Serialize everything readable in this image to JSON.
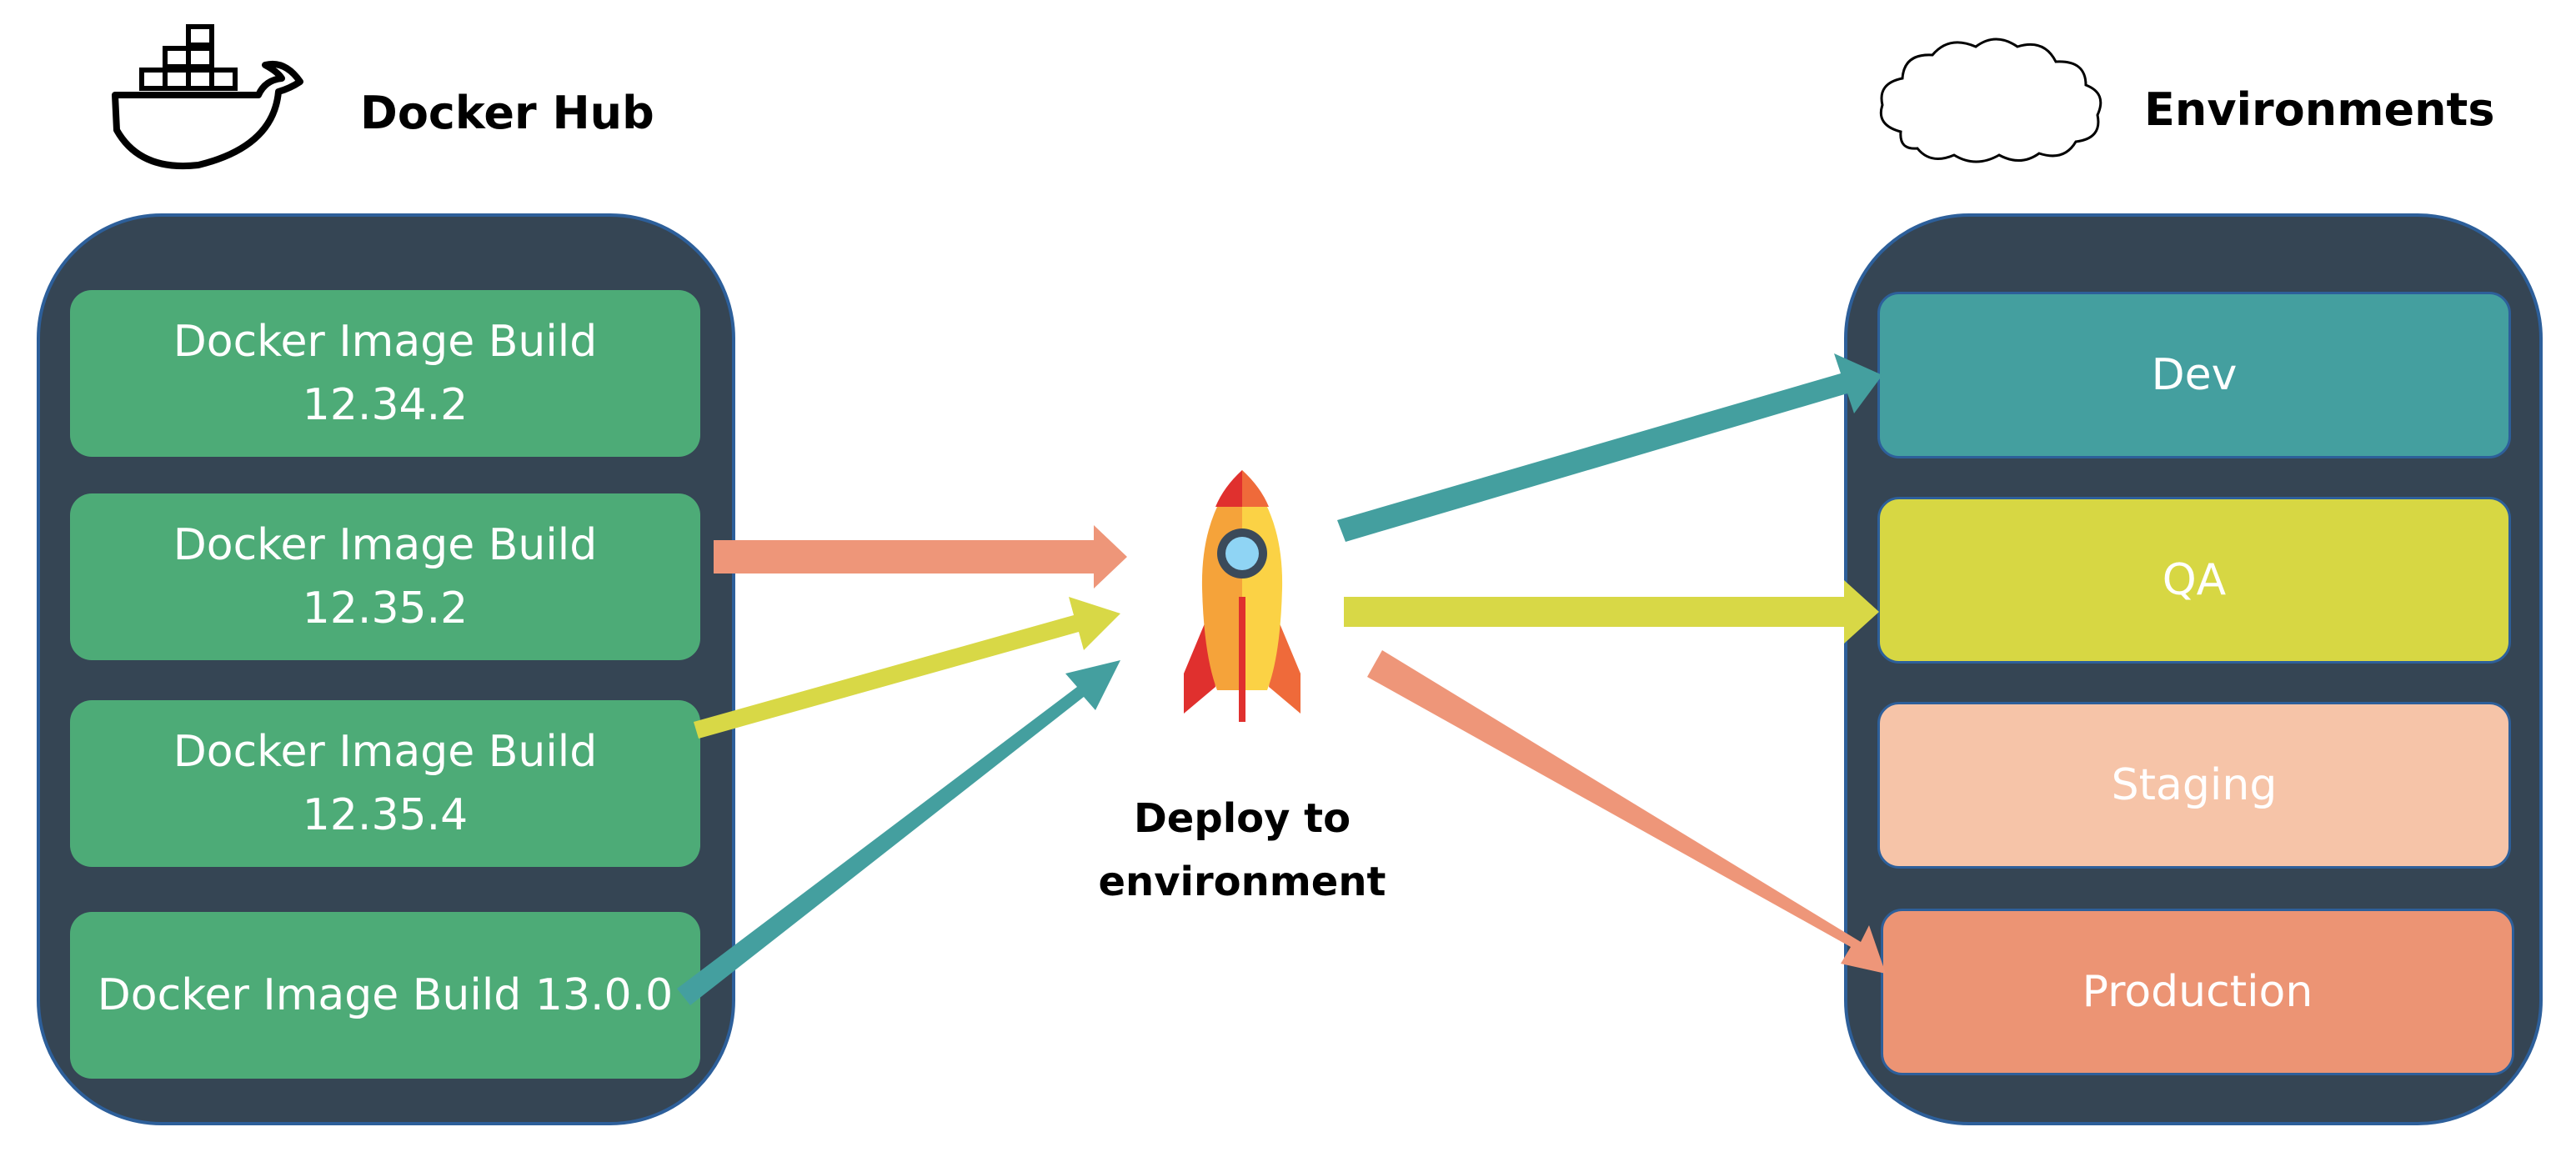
{
  "docker_hub": {
    "title": "Docker Hub",
    "icon": "docker-whale-icon",
    "builds": [
      {
        "label": "Docker Image Build\n12.34.2"
      },
      {
        "label": "Docker Image Build\n12.35.2"
      },
      {
        "label": "Docker Image Build\n12.35.4"
      },
      {
        "label": "Docker Image Build 13.0.0"
      }
    ],
    "build_color": "#4dab77"
  },
  "deploy": {
    "label": "Deploy to\nenvironment",
    "icon": "rocket-icon"
  },
  "environments": {
    "title": "Environments",
    "icon": "cloud-icon",
    "items": [
      {
        "label": "Dev",
        "color": "#449f9f"
      },
      {
        "label": "QA",
        "color": "#d7d743"
      },
      {
        "label": "Staging",
        "color": "#f6c4a8"
      },
      {
        "label": "Production",
        "color": "#ec9474"
      }
    ]
  },
  "panel_color": "#354554",
  "arrow_colors": {
    "salmon": "#ee9679",
    "yellow": "#d8d846",
    "teal": "#449f9f"
  }
}
